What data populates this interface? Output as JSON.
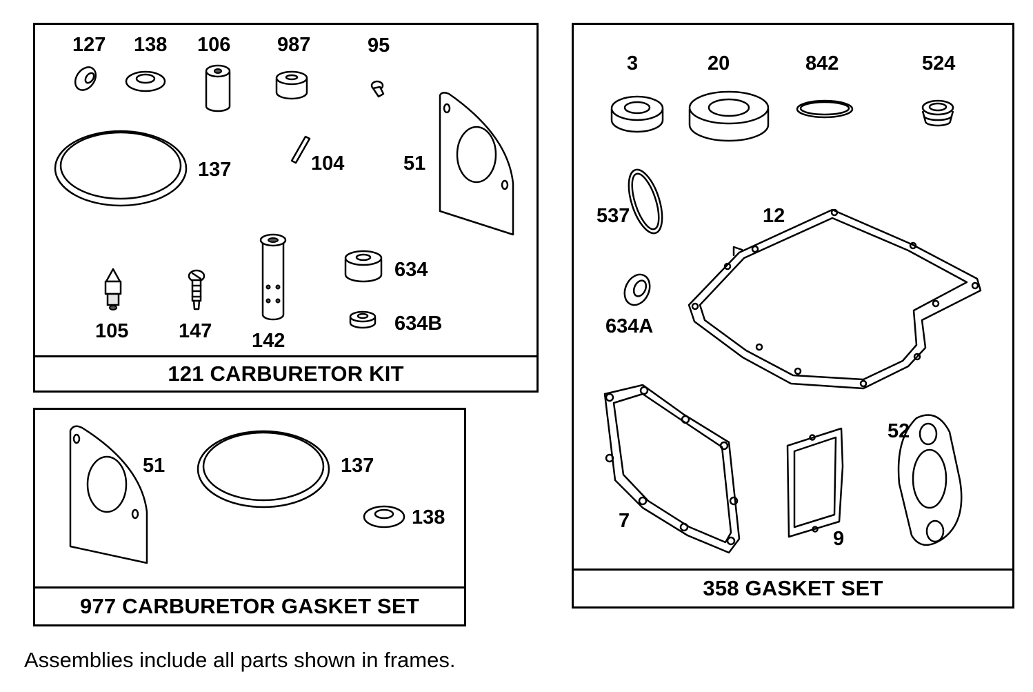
{
  "frames": {
    "carb_kit": {
      "title": "121 CARBURETOR KIT",
      "labels": [
        "127",
        "138",
        "106",
        "987",
        "95",
        "137",
        "104",
        "51",
        "634",
        "105",
        "147",
        "142",
        "634B"
      ]
    },
    "carb_gasket_set": {
      "title": "977 CARBURETOR GASKET SET",
      "labels": [
        "51",
        "137",
        "138"
      ]
    },
    "gasket_set": {
      "title": "358 GASKET SET",
      "labels": [
        "3",
        "20",
        "842",
        "524",
        "537",
        "12",
        "634A",
        "52",
        "7",
        "9"
      ]
    }
  },
  "footnote": "Assemblies include all parts shown in frames."
}
